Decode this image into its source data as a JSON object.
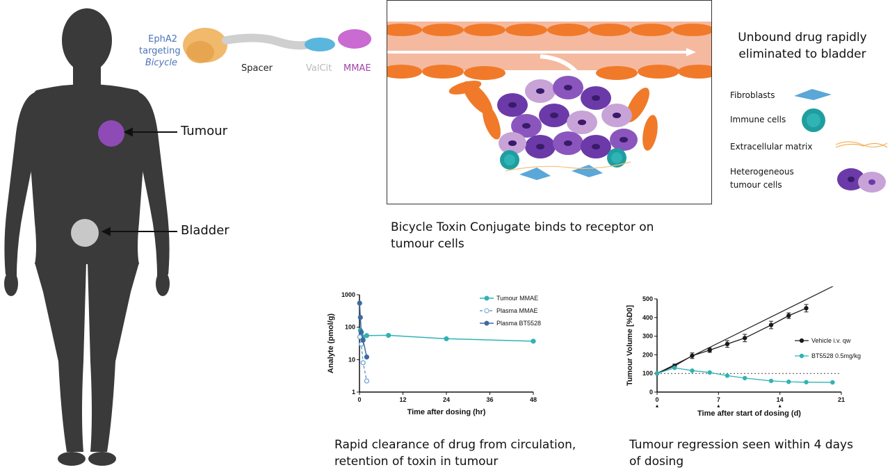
{
  "colors": {
    "body": "#3a3a3a",
    "tumour": "#8e4bb5",
    "bladder": "#c8c8c8",
    "blue_label": "#4a74b8",
    "purple_label": "#a044a6",
    "teal": "#2fb3b5",
    "dark_blue": "#3e6aa0",
    "orange": "#f07a2a"
  },
  "human": {
    "tumour_label": "Tumour",
    "bladder_label": "Bladder"
  },
  "molecule": {
    "label_line1": "EphA2",
    "label_line2": "targeting",
    "label_line3": "Bicycle",
    "spacer_label": "Spacer",
    "valcit_label": "ValCit",
    "mmae_label": "MMAE"
  },
  "panel": {
    "caption_line1": "Bicycle Toxin Conjugate binds to receptor on",
    "caption_line2": "tumour cells"
  },
  "legend": {
    "title_line1": "Unbound drug rapidly",
    "title_line2": "eliminated to bladder",
    "fibroblasts": "Fibroblasts",
    "immune": "Immune cells",
    "ecm": "Extracellular matrix",
    "tumour_line1": "Heterogeneous",
    "tumour_line2": "tumour cells"
  },
  "captions": {
    "pk_line1": "Rapid clearance of drug from circulation,",
    "pk_line2": "retention of toxin in tumour",
    "eff_line1": "Tumour regression seen within 4 days",
    "eff_line2": "of dosing"
  },
  "chart_data": [
    {
      "type": "line",
      "xlabel": "Time after dosing (hr)",
      "ylabel": "Analyte (pmol/g)",
      "yscale": "log",
      "xlim": [
        0,
        48
      ],
      "ylim": [
        1,
        1000
      ],
      "xticks": [
        "0",
        "12",
        "24",
        "36",
        "48"
      ],
      "yticks": [
        "1",
        "10",
        "100",
        "1000"
      ],
      "legend_position": "top-right",
      "series": [
        {
          "name": "Tumour MMAE",
          "color": "#2fb3b5",
          "style": "solid",
          "marker": "circle-filled",
          "x": [
            0.25,
            0.5,
            1,
            2,
            8,
            24,
            48
          ],
          "y": [
            80,
            30,
            50,
            55,
            56,
            44,
            37
          ]
        },
        {
          "name": "Plasma MMAE",
          "color": "#6a9fd0",
          "style": "dashed",
          "marker": "circle-open",
          "x": [
            0.1,
            0.5,
            1,
            2
          ],
          "y": [
            50,
            30,
            8,
            2.2
          ]
        },
        {
          "name": "Plasma BT5528",
          "color": "#3e6aa0",
          "style": "solid",
          "marker": "circle-filled",
          "x": [
            0.05,
            0.25,
            0.5,
            1,
            2
          ],
          "y": [
            550,
            200,
            70,
            40,
            12
          ]
        }
      ]
    },
    {
      "type": "line",
      "xlabel": "Time after start of dosing (d)",
      "ylabel": "Tumour Volume [%D0]",
      "xlim": [
        0,
        21
      ],
      "ylim": [
        0,
        500
      ],
      "xticks": [
        "0",
        "7",
        "14",
        "21"
      ],
      "yticks": [
        "0",
        "100",
        "200",
        "300",
        "400",
        "500"
      ],
      "reference_line": 100,
      "legend_position": "right",
      "series": [
        {
          "name": "Vehicle i.v. qw",
          "color": "#1a1a1a",
          "marker": "circle-filled",
          "x": [
            0,
            2,
            4,
            6,
            8,
            10,
            13,
            15,
            17
          ],
          "y": [
            100,
            140,
            195,
            225,
            258,
            290,
            360,
            410,
            450
          ],
          "err": [
            0,
            10,
            15,
            12,
            18,
            20,
            20,
            15,
            20
          ],
          "trend_end": [
            21,
            595
          ]
        },
        {
          "name": "BT5528 0.5mg/kg",
          "color": "#2fb3b5",
          "marker": "circle-filled",
          "x": [
            0,
            2,
            4,
            6,
            8,
            10,
            13,
            15,
            17,
            20
          ],
          "y": [
            100,
            130,
            115,
            105,
            88,
            75,
            60,
            55,
            53,
            52
          ]
        }
      ]
    }
  ]
}
